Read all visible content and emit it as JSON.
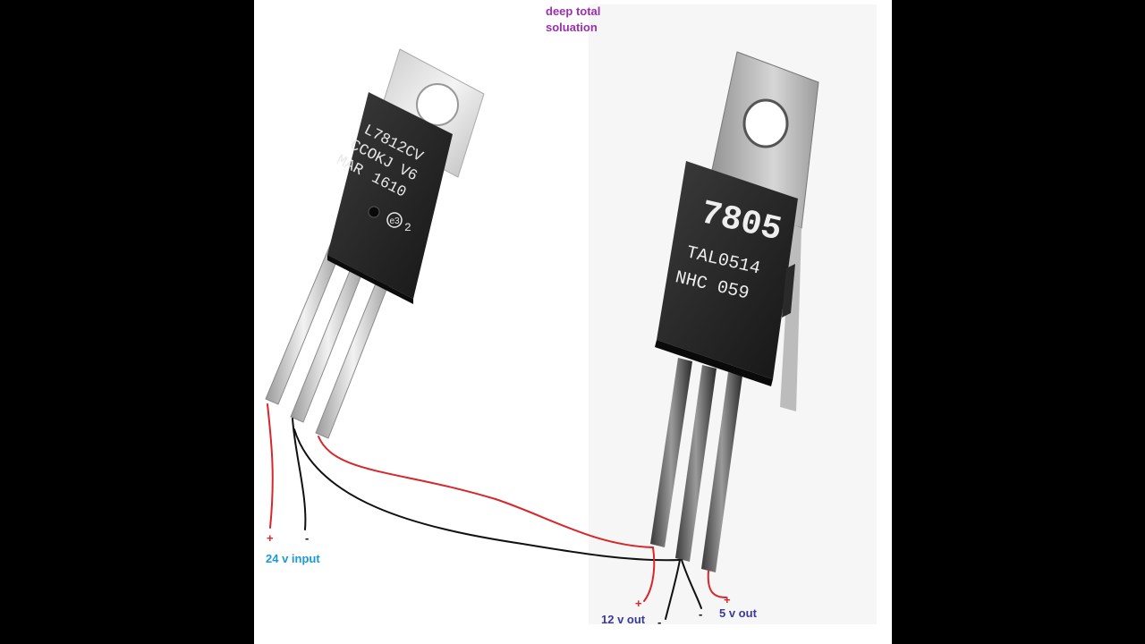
{
  "caption": {
    "line1": "deep total",
    "line2": "soluation"
  },
  "left_regulator": {
    "line1": "L7812CV",
    "line2": "CCOKJ  V6",
    "line3": "MAR",
    "line4": "1610",
    "logo_text": "e3",
    "extra": "2"
  },
  "right_regulator": {
    "line1": "7805",
    "line2": "TAL0514",
    "line3": "NHC  059"
  },
  "labels": {
    "input": "24 v input",
    "out12": "12 v out",
    "out5": "5 v out",
    "plus": "+",
    "minus": "-"
  },
  "colors": {
    "caption": "#9b2fae",
    "input_label": "#1a9ad6",
    "out_label": "#3a3a9a",
    "positive_wire": "#d8262a",
    "negative_wire": "#111111"
  }
}
